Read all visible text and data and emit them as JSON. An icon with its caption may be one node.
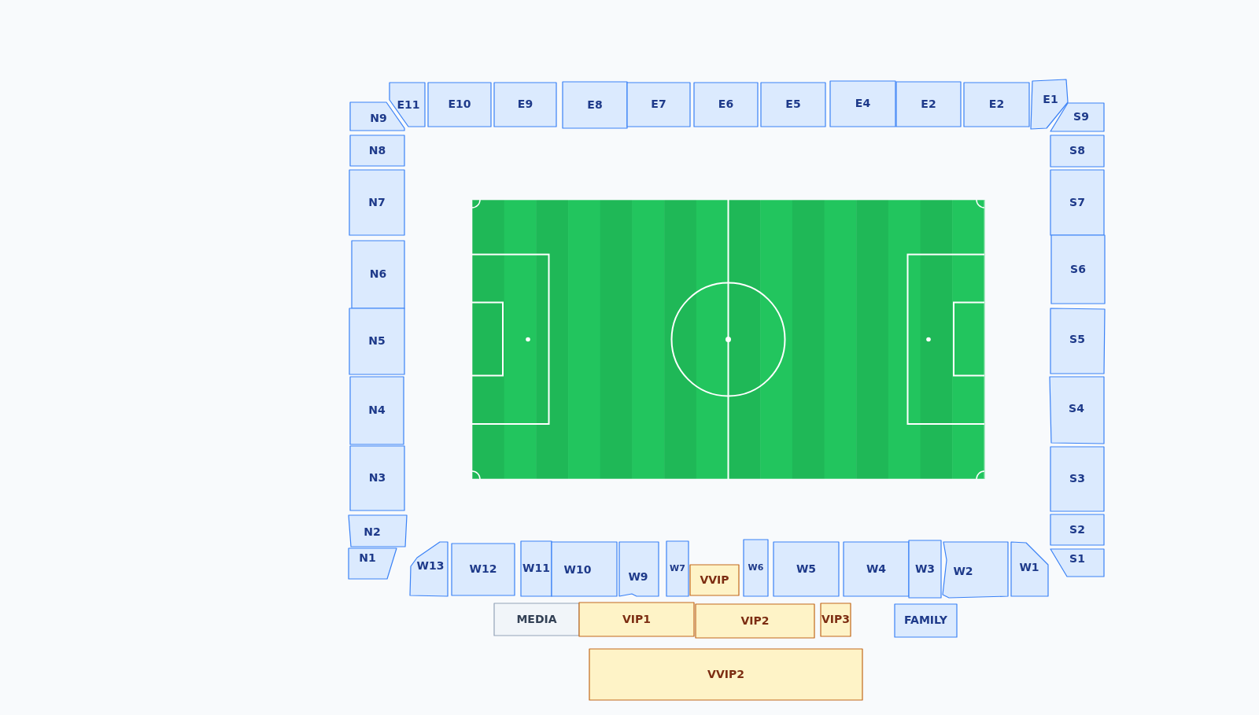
{
  "diagram": {
    "nodes": [
      {
        "text": [
          "E11"
        ]
      },
      {
        "text": [
          "E10"
        ]
      },
      {
        "text": [
          "E9"
        ]
      },
      {
        "text": [
          "E8"
        ]
      },
      {
        "text": [
          "E7"
        ]
      },
      {
        "text": [
          "E6"
        ]
      },
      {
        "text": [
          "E5"
        ]
      },
      {
        "text": [
          "E4"
        ]
      },
      {
        "text": [
          "E2"
        ]
      },
      {
        "text": [
          "E2"
        ]
      },
      {
        "text": [
          "E1"
        ]
      },
      {
        "text": [
          "N9"
        ]
      },
      {
        "text": [
          "N8"
        ]
      },
      {
        "text": [
          "N7"
        ]
      },
      {
        "text": [
          "N6"
        ]
      },
      {
        "text": [
          "N5"
        ]
      },
      {
        "text": [
          "N4"
        ]
      },
      {
        "text": [
          "N3"
        ]
      },
      {
        "text": [
          "N2"
        ]
      },
      {
        "text": [
          "N1"
        ]
      },
      {
        "text": [
          "S9"
        ]
      },
      {
        "text": [
          "S8"
        ]
      },
      {
        "text": [
          "S7"
        ]
      },
      {
        "text": [
          "S6"
        ]
      },
      {
        "text": [
          "S5"
        ]
      },
      {
        "text": [
          "S4"
        ]
      },
      {
        "text": [
          "S3"
        ]
      },
      {
        "text": [
          "S2"
        ]
      },
      {
        "text": [
          "S1"
        ]
      },
      {
        "text": [
          "W13"
        ]
      },
      {
        "text": [
          "W12"
        ]
      },
      {
        "text": [
          "W11"
        ]
      },
      {
        "text": [
          "W10"
        ]
      },
      {
        "text": [
          "W9"
        ]
      },
      {
        "text": [
          "W7"
        ]
      },
      {
        "text": [
          "VVIP"
        ]
      },
      {
        "text": [
          "W6"
        ]
      },
      {
        "text": [
          "W5"
        ]
      },
      {
        "text": [
          "W4"
        ]
      },
      {
        "text": [
          "W3"
        ]
      },
      {
        "text": [
          "W2"
        ]
      },
      {
        "text": [
          "W1"
        ]
      },
      {
        "text": [
          "MEDIA"
        ]
      },
      {
        "text": [
          "VIP1"
        ]
      },
      {
        "text": [
          "VIP2"
        ]
      },
      {
        "text": [
          "VIP3"
        ]
      },
      {
        "text": [
          "FAMILY"
        ]
      },
      {
        "text": [
          "VVIP2"
        ]
      }
    ]
  }
}
